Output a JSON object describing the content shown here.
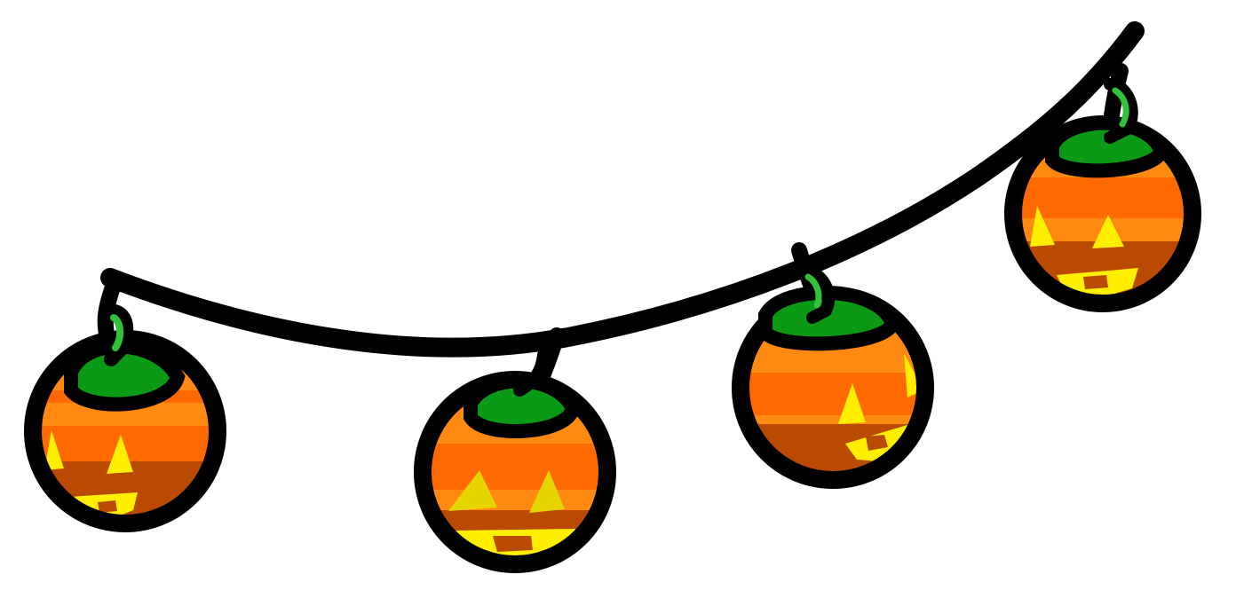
{
  "scene": {
    "subject": "pumpkin-lights-garland",
    "pumpkin_count": 4
  },
  "palette": {
    "outline": "#000000",
    "background": "#ffffff",
    "pumpkin_light": "#ff8a12",
    "pumpkin_mid": "#ff6a00",
    "pumpkin_dark": "#b94a00",
    "stem_green": "#0a9a16",
    "stem_highlight": "#2fc23a",
    "face_glow": "#ffee00",
    "face_glow_dim": "#e6d400"
  },
  "pumpkins": [
    {
      "name": "pumpkin-1"
    },
    {
      "name": "pumpkin-2"
    },
    {
      "name": "pumpkin-3"
    },
    {
      "name": "pumpkin-4"
    }
  ]
}
